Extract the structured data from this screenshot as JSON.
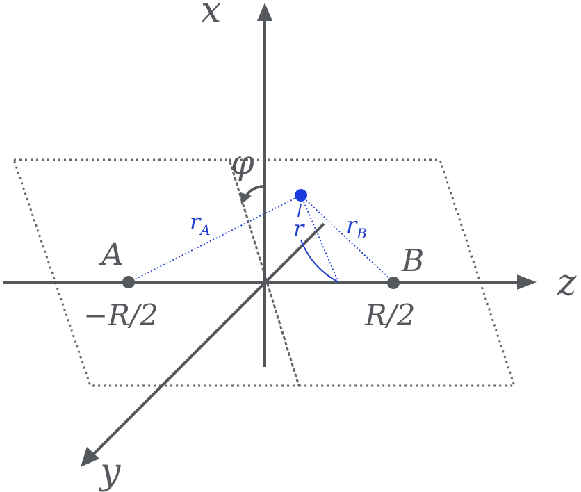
{
  "colors": {
    "axis": "#55585c",
    "guide": "#1f3fd0",
    "point": "#1a3be0",
    "plane": "#666666"
  },
  "axes": {
    "x": "x",
    "y": "y",
    "z": "z"
  },
  "angle": {
    "phi": "φ"
  },
  "nuclei": {
    "a": {
      "label": "A",
      "position": "−R/2"
    },
    "b": {
      "label": "B",
      "position": "R/2"
    }
  },
  "distances": {
    "r": "r",
    "ra_main": "r",
    "ra_sub": "A",
    "rb_main": "r",
    "rb_sub": "B"
  }
}
